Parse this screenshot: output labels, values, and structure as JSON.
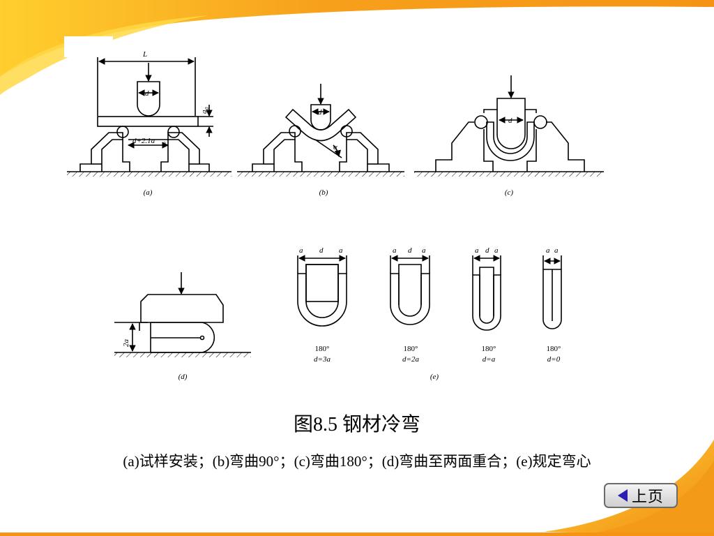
{
  "figure_title": "图8.5  钢材冷弯",
  "figure_caption": "(a)试样安装；(b)弯曲90°；(c)弯曲180°；(d)弯曲至两面重合；(e)规定弯心",
  "panel_labels": {
    "a": "(a)",
    "b": "(b)",
    "c": "(c)",
    "d": "(d)",
    "e": "(e)"
  },
  "dimension_labels": {
    "L": "L",
    "d": "d",
    "a0": "a",
    "a0_sub": "0",
    "support_span": "d+2.1a",
    "support_span_sub": "0",
    "alpha": "α",
    "two_a": "2a",
    "a": "a"
  },
  "specimens_e": [
    {
      "angle": "180°",
      "formula": "d=3a"
    },
    {
      "angle": "180°",
      "formula": "d=2a"
    },
    {
      "angle": "180°",
      "formula": "d=a"
    },
    {
      "angle": "180°",
      "formula": "d=0"
    }
  ],
  "nav": {
    "prev_label": "上页"
  },
  "colors": {
    "accent_orange": "#f59a14",
    "accent_yellow": "#ffd23a",
    "button_arrow": "#2a1fb0"
  }
}
